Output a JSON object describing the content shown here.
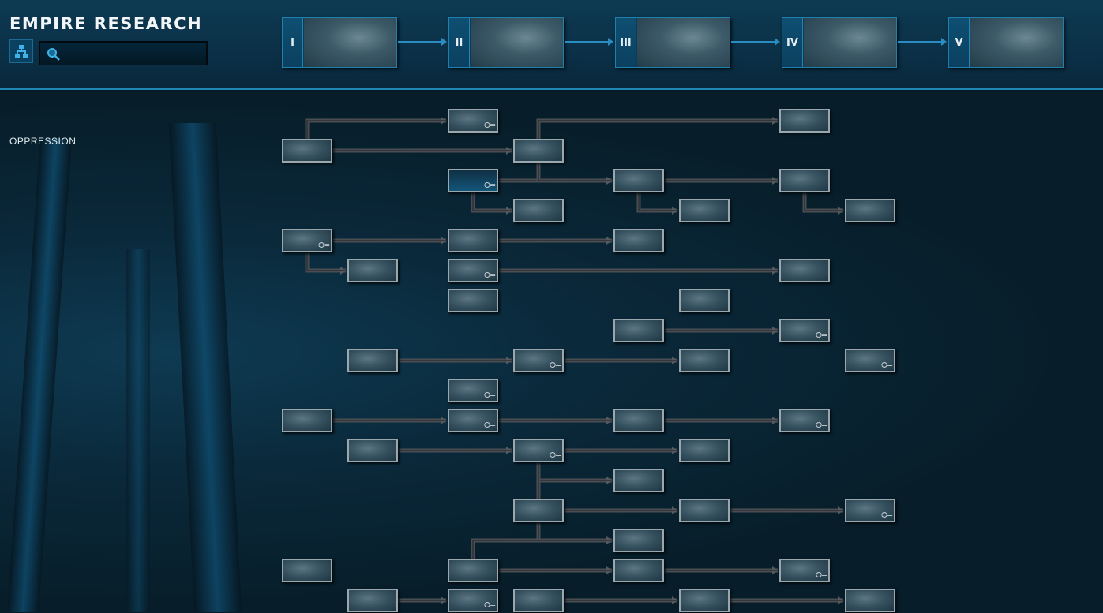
{
  "header": {
    "title": "EMPIRE RESEARCH",
    "search": {
      "value": "",
      "placeholder": ""
    }
  },
  "tiers": [
    {
      "label": "I"
    },
    {
      "label": "II"
    },
    {
      "label": "III"
    },
    {
      "label": "IV"
    },
    {
      "label": "V"
    }
  ],
  "category": "OPPRESSION",
  "icons": {
    "tree": "tech-tree-icon",
    "search": "search-icon",
    "key": "key-icon"
  },
  "colors": {
    "accent": "#1f86b5",
    "edge": "#4a4e52",
    "node_border": "#9aa7ad"
  }
}
